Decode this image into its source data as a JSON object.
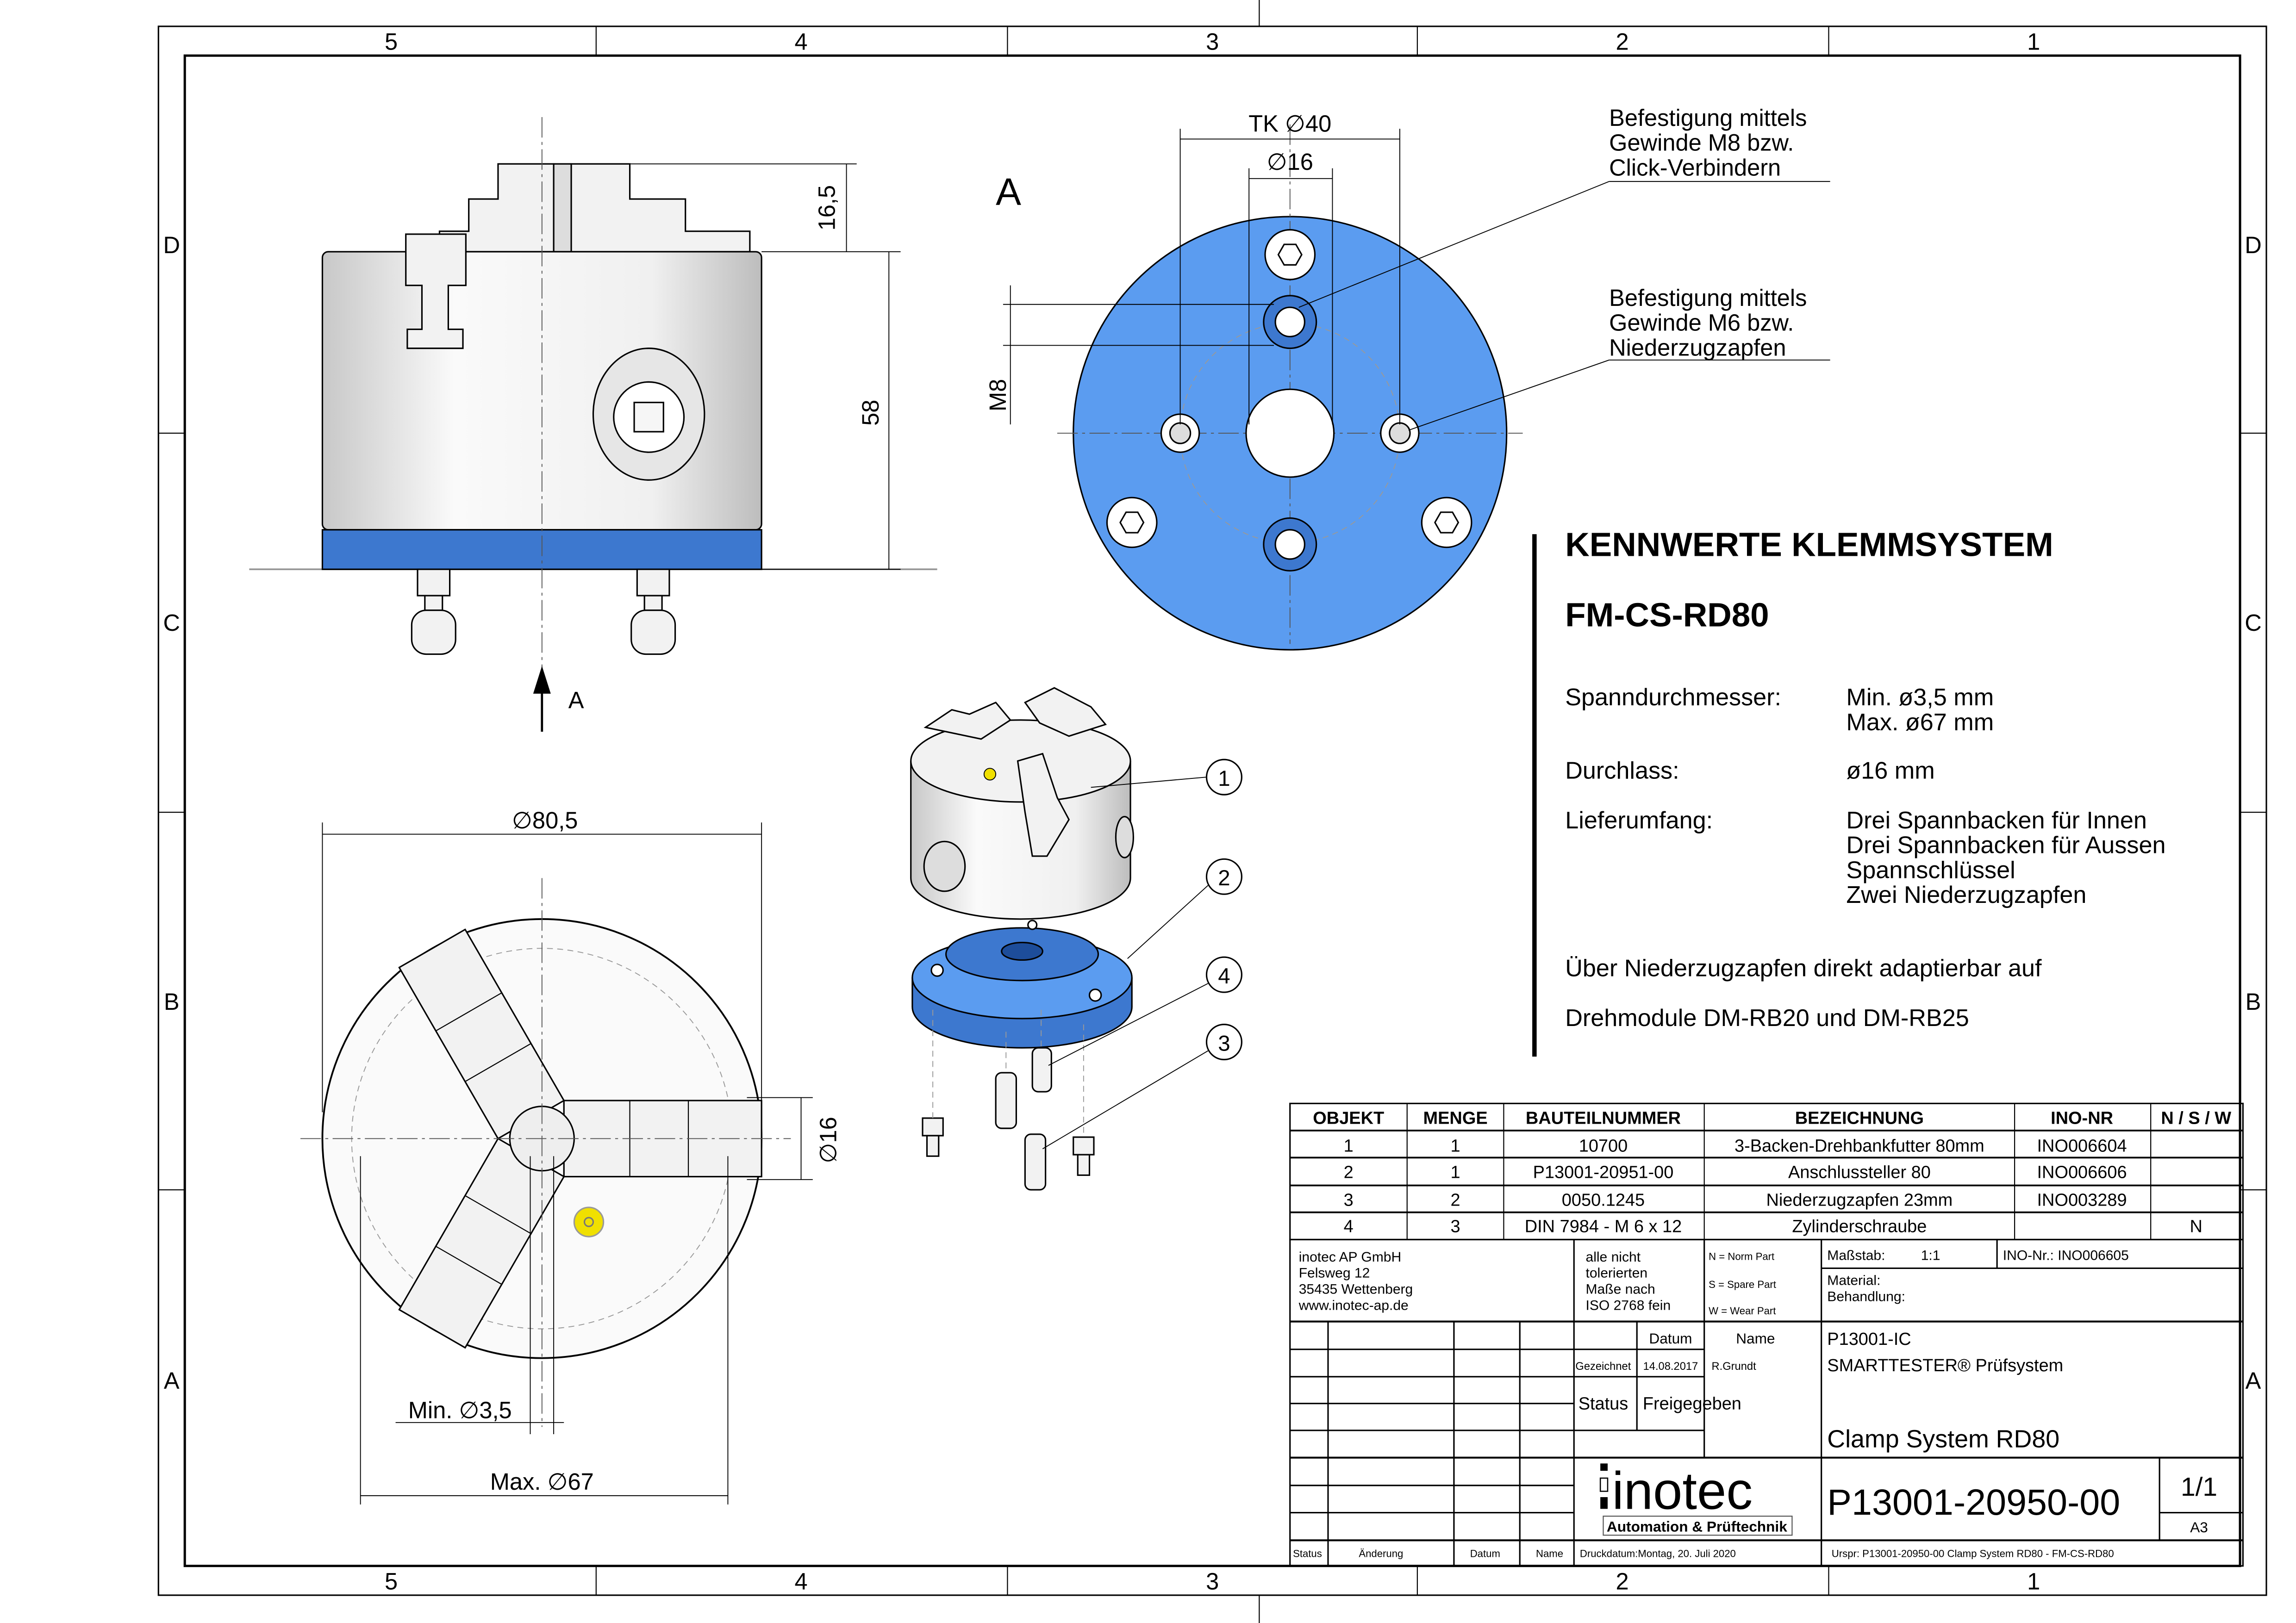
{
  "sheet": {
    "zone_cols": [
      "5",
      "4",
      "3",
      "2",
      "1"
    ],
    "zone_rows": [
      "D",
      "C",
      "B",
      "A"
    ]
  },
  "front_view": {
    "dim_jaw_height": "16,5",
    "dim_height": "58",
    "view_arrow_label": "A"
  },
  "top_view": {
    "label": "A",
    "dim_pitch_circle": "TK ∅40",
    "dim_bore": "∅16",
    "dim_thread": "M8",
    "note_m8": [
      "Befestigung mittels",
      "Gewinde M8 bzw.",
      "Click-Verbindern"
    ],
    "note_m6": [
      "Befestigung mittels",
      "Gewinde M6 bzw.",
      "Niederzugzapfen"
    ],
    "plate_color": "#5b9cf0"
  },
  "bottom_view": {
    "dim_outer": "∅80,5",
    "dim_bore": "∅16",
    "dim_min": "Min. ∅3,5",
    "dim_max": "Max. ∅67",
    "marker_color": "#f0e000"
  },
  "iso_view": {
    "balloons": [
      "1",
      "2",
      "4",
      "3"
    ]
  },
  "specs": {
    "title": "KENNWERTE KLEMMSYSTEM",
    "model": "FM-CS-RD80",
    "rows": [
      {
        "label": "Spanndurchmesser:",
        "values": [
          "Min. ø3,5 mm",
          "Max. ø67 mm"
        ]
      },
      {
        "label": "Durchlass:",
        "values": [
          "ø16 mm"
        ]
      },
      {
        "label": "Lieferumfang:",
        "values": [
          "Drei Spannbacken für Innen",
          "Drei Spannbacken für Aussen",
          "Spannschlüssel",
          "Zwei Niederzugzapfen"
        ]
      }
    ],
    "note": [
      "Über Niederzugzapfen direkt adaptierbar auf",
      "Drehmodule DM-RB20 und DM-RB25"
    ]
  },
  "bom": {
    "headers": [
      "OBJEKT",
      "MENGE",
      "BAUTEILNUMMER",
      "BEZEICHNUNG",
      "INO-NR",
      "N / S / W"
    ],
    "rows": [
      [
        "1",
        "1",
        "10700",
        "3-Backen-Drehbankfutter 80mm",
        "INO006604",
        ""
      ],
      [
        "2",
        "1",
        "P13001-20951-00",
        "Anschlussteller 80",
        "INO006606",
        ""
      ],
      [
        "3",
        "2",
        "0050.1245",
        "Niederzugzapfen 23mm",
        "INO003289",
        ""
      ],
      [
        "4",
        "3",
        "DIN 7984 - M 6 x 12",
        "Zylinderschraube",
        "",
        "N"
      ]
    ]
  },
  "title_block": {
    "company": [
      "inotec AP GmbH",
      "Felsweg 12",
      "35435 Wettenberg",
      "www.inotec-ap.de"
    ],
    "tolerance": [
      "alle nicht",
      "tolerierten",
      "Maße nach",
      "ISO 2768 fein"
    ],
    "part_types": [
      "N = Norm Part",
      "S = Spare Part",
      "W = Wear Part"
    ],
    "scale_label": "Maßstab:",
    "scale": "1:1",
    "ino_nr": "INO-Nr.:  INO006605",
    "material_label": "Material:",
    "treatment_label": "Behandlung:",
    "datum_header": "Datum",
    "name_header": "Name",
    "drawn_label": "Gezeichnet",
    "drawn_date": "14.08.2017",
    "drawn_by": "R.Grundt",
    "status_label": "Status",
    "status_value": "Freigegeben",
    "project": "P13001-IC",
    "system": "SMARTTESTER® Prüfsystem",
    "title": "Clamp System RD80",
    "logo_text": "inotec",
    "logo_sub": "Automation & Prüftechnik",
    "drawing_number": "P13001-20950-00",
    "sheet": "1/1",
    "format": "A3",
    "revision_headers": [
      "Status",
      "Änderung",
      "Datum",
      "Name"
    ],
    "print_date": "Druckdatum:Montag, 20. Juli 2020",
    "origin": "Urspr: P13001-20950-00 Clamp System RD80 - FM-CS-RD80"
  }
}
